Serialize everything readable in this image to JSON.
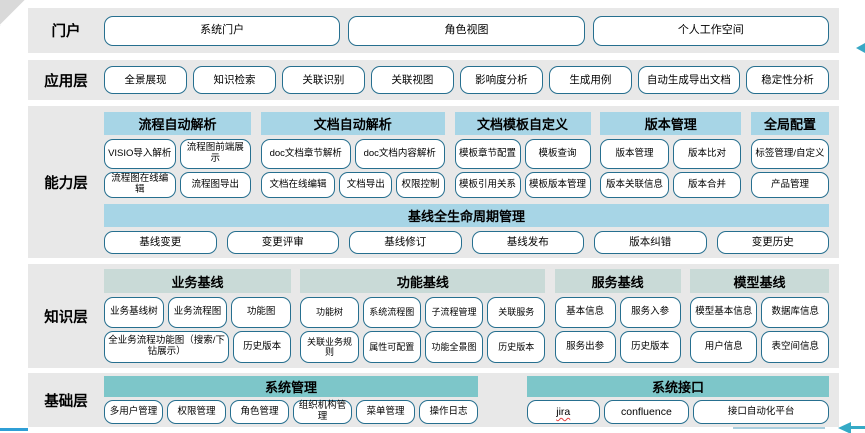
{
  "colors": {
    "band_bg": "#e8e8e8",
    "pill_border": "#266f8f",
    "capability_header_bg": "#a7d5e6",
    "knowledge_header_bg": "#c9dad7",
    "base_header_bg": "#7dc6c9",
    "arrow_teal": "#35aac6",
    "bottom_line_blue": "#2f9fd6",
    "spellcheck_underline": "#e04040"
  },
  "layers": {
    "portal": {
      "label": "门户",
      "items": [
        "系统门户",
        "角色视图",
        "个人工作空间"
      ]
    },
    "application": {
      "label": "应用层",
      "items": [
        "全景展现",
        "知识检索",
        "关联识别",
        "关联视图",
        "影响度分析",
        "生成用例",
        "自动生成导出文档",
        "稳定性分析"
      ]
    },
    "capability": {
      "label": "能力层",
      "groups": [
        {
          "header": "流程自动解析",
          "rows": [
            [
              "VISIO导入解析",
              "流程图前端展示"
            ],
            [
              "流程图在线编辑",
              "流程图导出"
            ]
          ]
        },
        {
          "header": "文档自动解析",
          "rows": [
            [
              "doc文档章节解析",
              "doc文档内容解析"
            ],
            [
              "文档在线编辑",
              "文档导出",
              "权限控制"
            ]
          ]
        },
        {
          "header": "文档模板自定义",
          "rows": [
            [
              "模板章节配置",
              "模板查询"
            ],
            [
              "模板引用关系",
              "模板版本管理"
            ]
          ]
        },
        {
          "header": "版本管理",
          "rows": [
            [
              "版本管理",
              "版本比对"
            ],
            [
              "版本关联信息",
              "版本合并"
            ]
          ]
        },
        {
          "header": "全局配置",
          "rows": [
            [
              "标签管理/自定义"
            ],
            [
              "产品管理"
            ]
          ]
        }
      ],
      "lifecycle": {
        "header": "基线全生命周期管理",
        "items": [
          "基线变更",
          "变更评审",
          "基线修订",
          "基线发布",
          "版本纠错",
          "变更历史"
        ]
      }
    },
    "knowledge": {
      "label": "知识层",
      "groups": [
        {
          "header": "业务基线",
          "rows": [
            [
              "业务基线树",
              "业务流程图",
              "功能图"
            ],
            [
              "全业务流程功能图（搜索/下钻展示）",
              "历史版本"
            ]
          ]
        },
        {
          "header": "功能基线",
          "rows": [
            [
              "功能树",
              "系统流程图",
              "子流程管理",
              "关联服务"
            ],
            [
              "关联业务规则",
              "属性可配置",
              "功能全景图",
              "历史版本"
            ]
          ]
        },
        {
          "header": "服务基线",
          "rows": [
            [
              "基本信息",
              "服务入参"
            ],
            [
              "服务出参",
              "历史版本"
            ]
          ]
        },
        {
          "header": "模型基线",
          "rows": [
            [
              "模型基本信息",
              "数据库信息"
            ],
            [
              "用户信息",
              "表空间信息"
            ]
          ]
        }
      ]
    },
    "base": {
      "label": "基础层",
      "groups": [
        {
          "header": "系统管理",
          "rows": [
            [
              "多用户管理",
              "权限管理",
              "角色管理",
              "组织机构管理",
              "菜单管理",
              "操作日志"
            ]
          ]
        },
        {
          "header": "系统接口",
          "rows": [
            [
              "jira",
              "confluence",
              "接口自动化平台"
            ]
          ]
        }
      ]
    }
  },
  "misc": {
    "spellcheck_item": "jira"
  }
}
